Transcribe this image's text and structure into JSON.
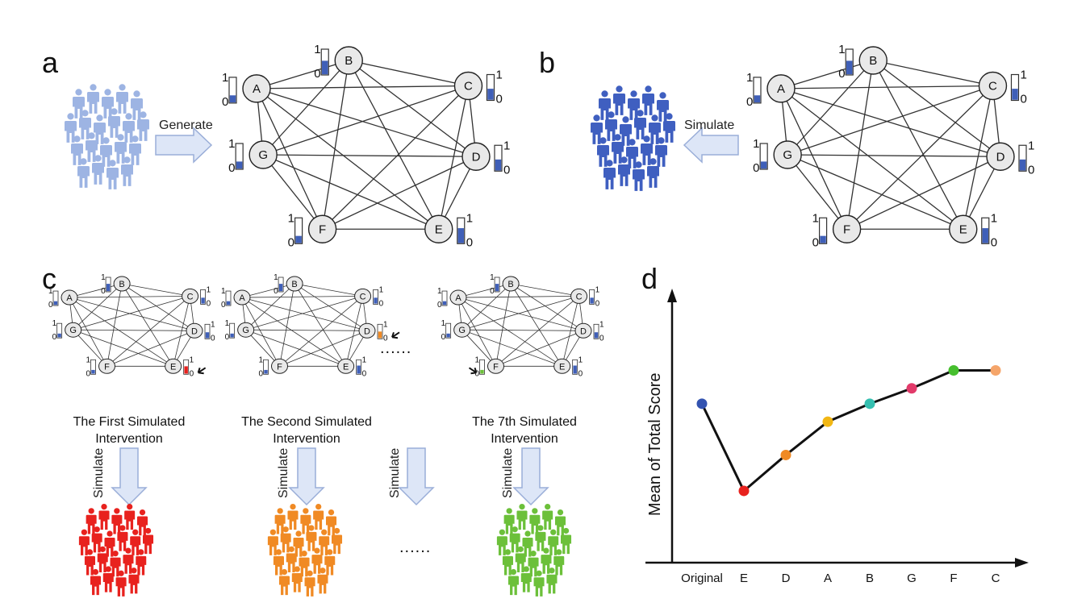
{
  "panels": {
    "a": {
      "letter": "a",
      "arrow_label": "Generate"
    },
    "b": {
      "letter": "b",
      "arrow_label": "Simulate"
    },
    "c": {
      "letter": "c",
      "interventions": [
        {
          "caption_line1": "The First Simulated",
          "caption_line2": "Intervention",
          "arrow_label": "Simulate",
          "target_node": "E",
          "crowd_color": "#e8221e"
        },
        {
          "caption_line1": "The Second Simulated",
          "caption_line2": "Intervention",
          "arrow_label": "Simulate",
          "target_node": "D",
          "crowd_color": "#f08a24"
        },
        {
          "caption_line1": "The 7th Simulated",
          "caption_line2": "Intervention",
          "arrow_label": "Simulate",
          "target_node": "F",
          "crowd_color": "#6cc03a"
        }
      ],
      "middle_arrow_label": "Simulate",
      "ellipsis": "......"
    },
    "d": {
      "letter": "d"
    }
  },
  "network": {
    "nodes": [
      "A",
      "B",
      "C",
      "D",
      "E",
      "F",
      "G"
    ],
    "gauge_max": "1",
    "gauge_min": "0"
  },
  "chart_data": {
    "type": "line",
    "categories": [
      "Original",
      "E",
      "D",
      "A",
      "B",
      "G",
      "F",
      "C"
    ],
    "values": [
      0.62,
      0.28,
      0.42,
      0.55,
      0.62,
      0.68,
      0.75,
      0.75
    ],
    "point_colors": [
      "#3353b0",
      "#e8221e",
      "#f08a24",
      "#f2b714",
      "#35bfb0",
      "#e23a6a",
      "#46bf2e",
      "#f5a56a"
    ],
    "ylabel": "Mean of Total Score",
    "xlabel": "",
    "ylim": [
      0,
      1
    ],
    "grid": false
  },
  "colors": {
    "crowd_a": "#9db4e3",
    "crowd_b": "#3f5fc0",
    "gauge_fill": "#3f5fb8",
    "arrow_fill": "#dde6f7",
    "arrow_stroke": "#9aaed8",
    "node_fill": "#e9e9e9"
  }
}
